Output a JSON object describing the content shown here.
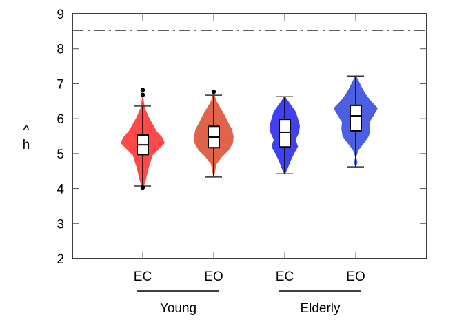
{
  "chart_data": {
    "type": "violin",
    "title": "",
    "xlabel": "",
    "ylabel": "h^",
    "ylabel_main": "h",
    "ylabel_accent": "^",
    "ylim": [
      2,
      9
    ],
    "yticks": [
      2,
      3,
      4,
      5,
      6,
      7,
      8,
      9
    ],
    "grid": false,
    "legend": null,
    "categories": [
      "EC",
      "EO",
      "EC",
      "EO"
    ],
    "groups": [
      {
        "label": "Young",
        "categories": [
          0,
          1
        ]
      },
      {
        "label": "Elderly",
        "categories": [
          2,
          3
        ]
      }
    ],
    "reference_line": {
      "y": 8.53,
      "style": "dash-dot",
      "color": "#000000"
    },
    "series": [
      {
        "name": "Young EC",
        "group": "Young",
        "condition": "EC",
        "color": "#FF4A4A",
        "whisker_low": 4.07,
        "q1": 4.97,
        "median": 5.25,
        "q3": 5.53,
        "whisker_high": 6.36,
        "outliers": [
          6.82,
          6.68,
          4.03
        ],
        "density": [
          [
            4.03,
            0.02
          ],
          [
            4.2,
            0.1
          ],
          [
            4.4,
            0.16
          ],
          [
            4.6,
            0.22
          ],
          [
            4.8,
            0.3
          ],
          [
            4.95,
            0.36
          ],
          [
            5.1,
            0.55
          ],
          [
            5.3,
            0.8
          ],
          [
            5.45,
            0.72
          ],
          [
            5.65,
            0.5
          ],
          [
            5.85,
            0.36
          ],
          [
            6.05,
            0.22
          ],
          [
            6.3,
            0.08
          ],
          [
            6.55,
            0.03
          ],
          [
            6.8,
            0.01
          ]
        ]
      },
      {
        "name": "Young EO",
        "group": "Young",
        "condition": "EO",
        "color": "#E0644A",
        "whisker_low": 4.33,
        "q1": 5.17,
        "median": 5.47,
        "q3": 5.78,
        "whisker_high": 6.67,
        "outliers": [
          6.77
        ],
        "density": [
          [
            4.33,
            0.02
          ],
          [
            4.5,
            0.05
          ],
          [
            4.7,
            0.1
          ],
          [
            4.9,
            0.3
          ],
          [
            5.1,
            0.55
          ],
          [
            5.3,
            0.7
          ],
          [
            5.5,
            0.72
          ],
          [
            5.7,
            0.66
          ],
          [
            5.9,
            0.52
          ],
          [
            6.1,
            0.4
          ],
          [
            6.3,
            0.25
          ],
          [
            6.5,
            0.1
          ],
          [
            6.75,
            0.01
          ]
        ]
      },
      {
        "name": "Elderly EC",
        "group": "Elderly",
        "condition": "EC",
        "color": "#4040F0",
        "whisker_low": 4.42,
        "q1": 5.19,
        "median": 5.61,
        "q3": 5.98,
        "whisker_high": 6.63,
        "outliers": [],
        "density": [
          [
            4.42,
            0.02
          ],
          [
            4.6,
            0.12
          ],
          [
            4.8,
            0.22
          ],
          [
            5.0,
            0.34
          ],
          [
            5.2,
            0.48
          ],
          [
            5.4,
            0.4
          ],
          [
            5.6,
            0.52
          ],
          [
            5.8,
            0.55
          ],
          [
            6.0,
            0.48
          ],
          [
            6.2,
            0.4
          ],
          [
            6.4,
            0.22
          ],
          [
            6.63,
            0.02
          ]
        ]
      },
      {
        "name": "Elderly EO",
        "group": "Elderly",
        "condition": "EO",
        "color": "#4A60E0",
        "whisker_low": 4.62,
        "q1": 5.65,
        "median": 6.08,
        "q3": 6.38,
        "whisker_high": 7.22,
        "outliers": [],
        "density": [
          [
            4.62,
            0.02
          ],
          [
            4.75,
            0.06
          ],
          [
            4.9,
            0.02
          ],
          [
            5.1,
            0.1
          ],
          [
            5.3,
            0.3
          ],
          [
            5.5,
            0.48
          ],
          [
            5.7,
            0.52
          ],
          [
            5.9,
            0.5
          ],
          [
            6.1,
            0.66
          ],
          [
            6.3,
            0.8
          ],
          [
            6.5,
            0.56
          ],
          [
            6.7,
            0.36
          ],
          [
            6.9,
            0.22
          ],
          [
            7.22,
            0.02
          ]
        ]
      }
    ]
  }
}
